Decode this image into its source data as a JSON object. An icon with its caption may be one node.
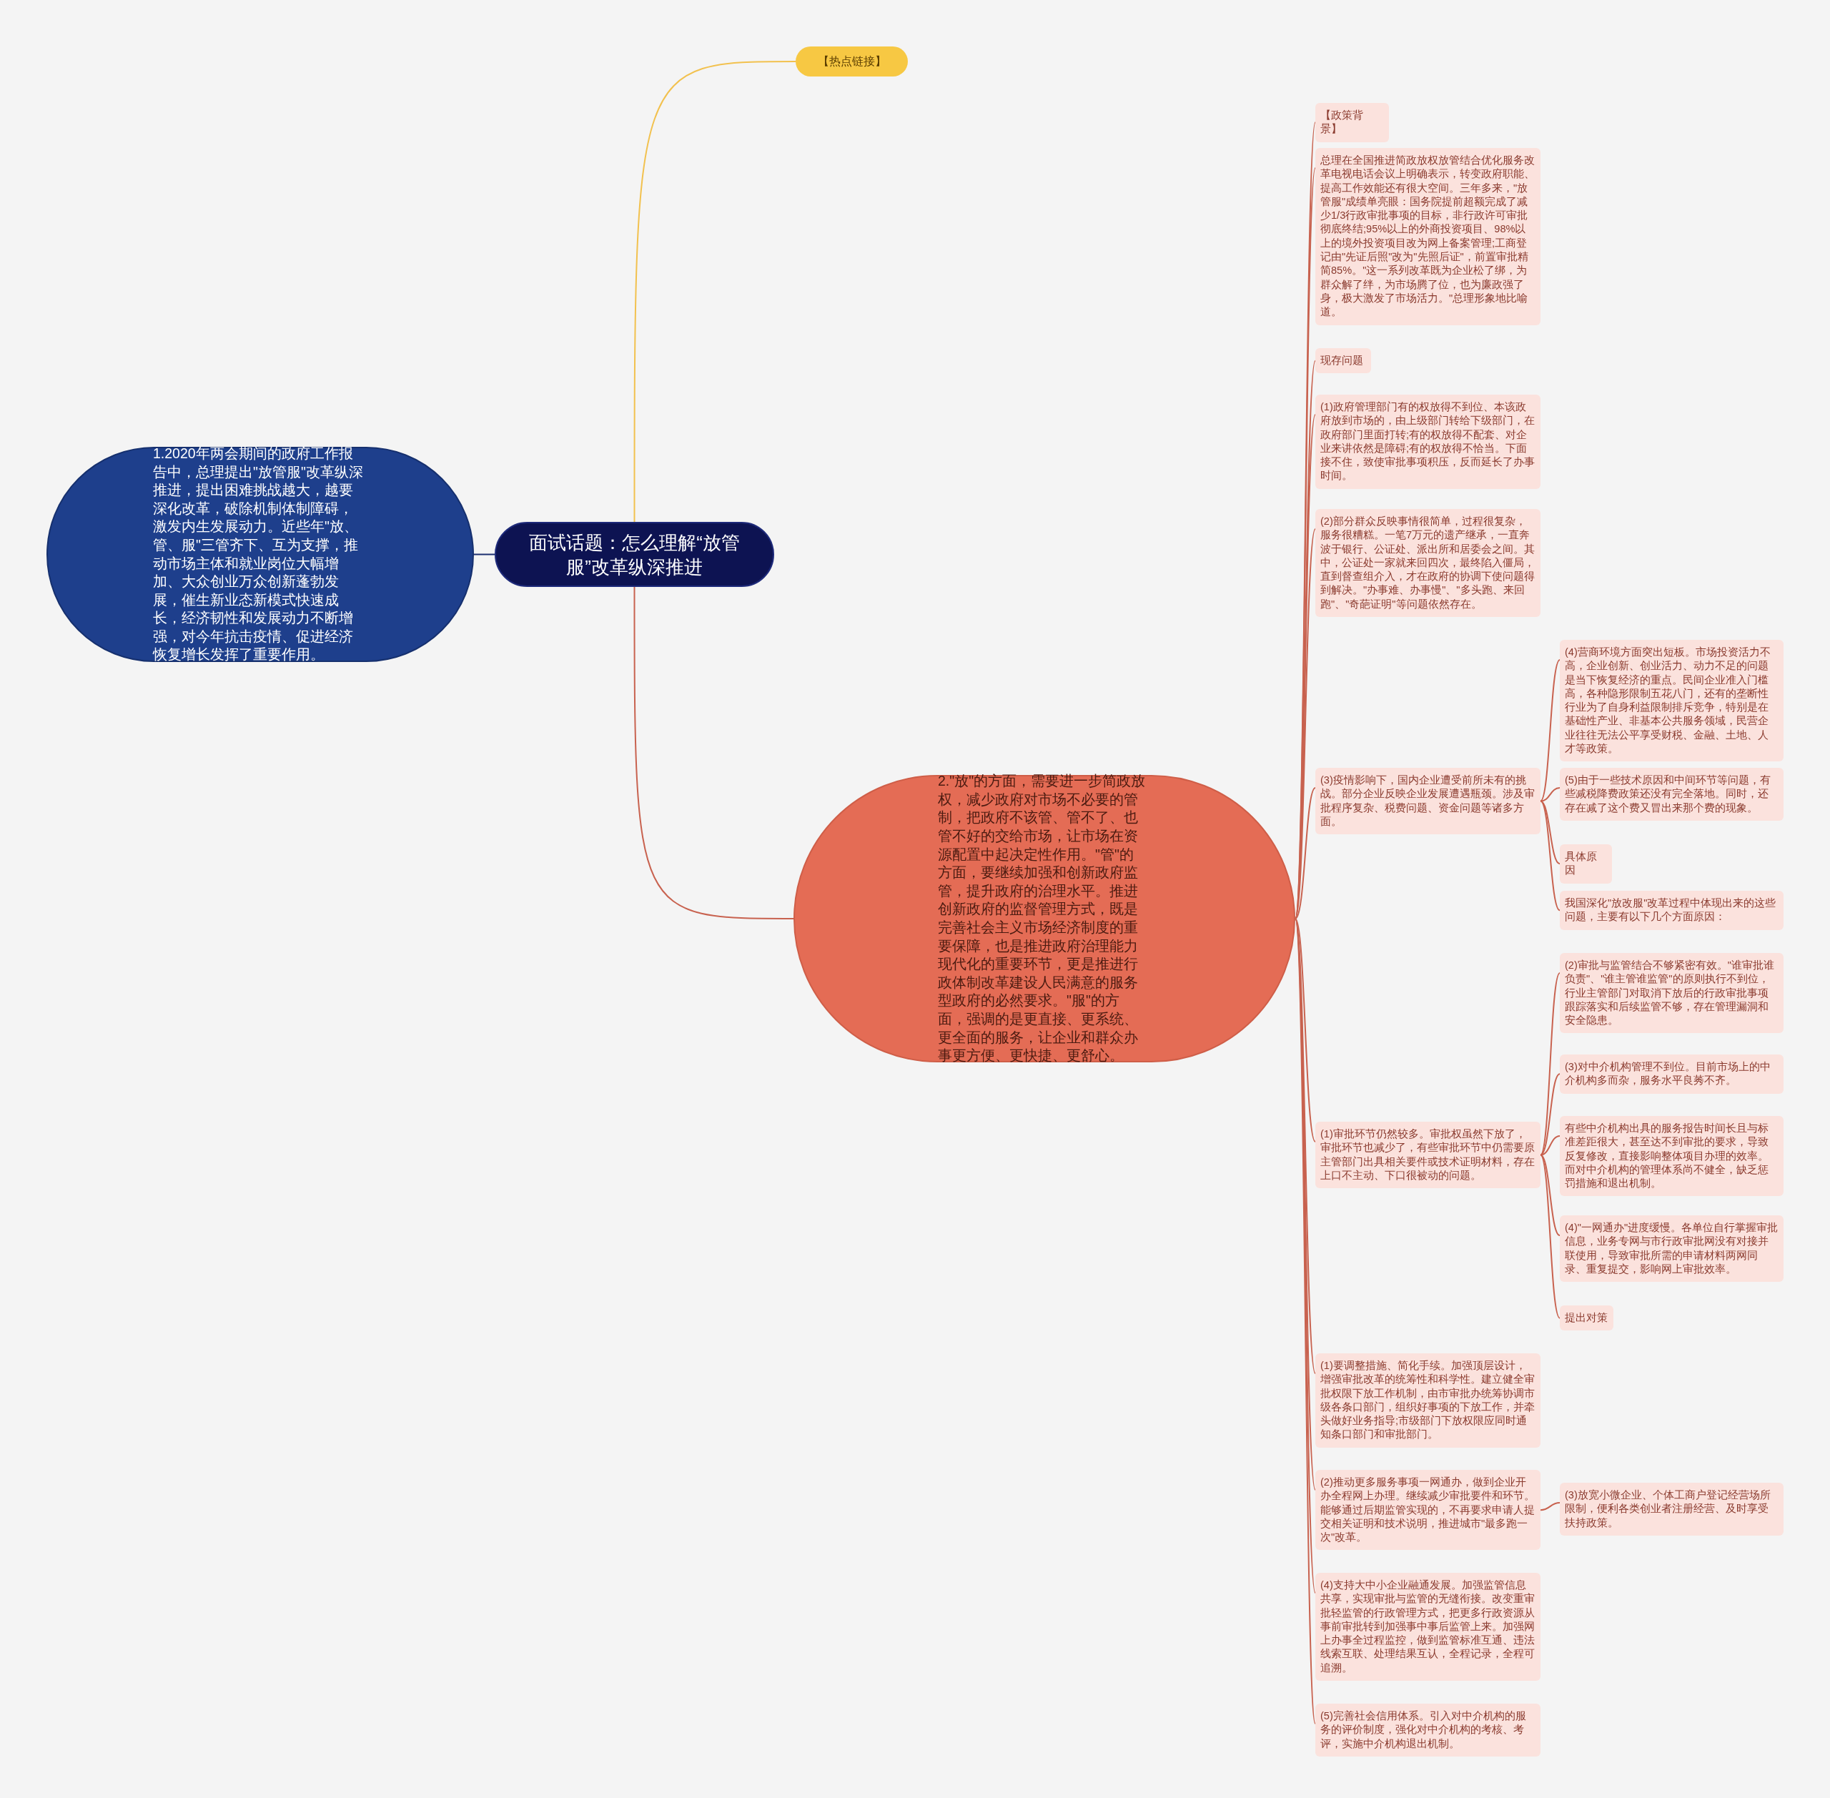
{
  "diagram": {
    "nodes": [
      {
        "text": [
          "面试话题：怎么理解“放管服”改革纵深推进"
        ]
      },
      {
        "text": [
          "【热点链接】"
        ]
      },
      {
        "text": [
          "1.2020年两会期间的政府工作报告中，总理提出\"放管服\"改革纵深推进，提出困难挑战越大，越要深化改革，破除机制体制障碍，激发内生发展动力。近些年\"放、管、服\"三管齐下、互为支撑，推动市场主体和就业岗位大幅增加、大众创业万众创新蓬勃发展，催生新业态新模式快速成长，经济韧性和发展动力不断增强，对今年抗击疫情、促进经济恢复增长发挥了重要作用。"
        ]
      },
      {
        "text": [
          "2.\"放\"的方面，需要进一步简政放权，减少政府对市场不必要的管制，把政府不该管、管不了、也管不好的交给市场，让市场在资源配置中起决定性作用。\"管\"的方面，要继续加强和创新政府监管，提升政府的治理水平。推进创新政府的监督管理方式，既是完善社会主义市场经济制度的重要保障，也是推进政府治理能力现代化的重要环节，更是推进行政体制改革建设人民满意的服务型政府的必然要求。\"服\"的方面，强调的是更直接、更系统、更全面的服务，让企业和群众办事更方便、更快捷、更舒心。"
        ]
      },
      {
        "text": [
          "【政策背景】"
        ]
      },
      {
        "text": [
          "总理在全国推进简政放权放管结合优化服务改革电视电话会议上明确表示，转变政府职能、提高工作效能还有很大空间。三年多来，\"放管服\"成绩单亮眼：国务院提前超额完成了减少1/3行政审批事项的目标，非行政许可审批彻底终结;95%以上的外商投资项目、98%以上的境外投资项目改为网上备案管理;工商登记由\"先证后照\"改为\"先照后证\"，前置审批精简85%。\"这一系列改革既为企业松了绑，为群众解了绊，为市场腾了位，也为廉政强了身，极大激发了市场活力。\"总理形象地比喻道。"
        ]
      },
      {
        "text": [
          "现存问题"
        ]
      },
      {
        "text": [
          "(1)政府管理部门有的权放得不到位、本该政府放到市场的，由上级部门转给下级部门，在政府部门里面打转;有的权放得不配套、对企业来讲依然是障碍;有的权放得不恰当。下面接不住，致使审批事项积压，反而延长了办事时间。"
        ]
      },
      {
        "text": [
          "(2)部分群众反映事情很简单，过程很复杂，服务很糟糕。一笔7万元的遗产继承，一直奔波于银行、公证处、派出所和居委会之间。其中，公证处一家就来回四次，最终陷入僵局，直到督查组介入，才在政府的协调下使问题得到解决。\"办事难、办事慢\"、\"多头跑、来回跑\"、\"奇葩证明\"等问题依然存在。"
        ]
      },
      {
        "text": [
          "(3)疫情影响下，国内企业遭受前所未有的挑战。部分企业反映企业发展遭遇瓶颈。涉及审批程序复杂、税费问题、资金问题等诸多方面。"
        ]
      },
      {
        "text": [
          "(1)审批环节仍然较多。审批权虽然下放了，审批环节也减少了，有些审批环节中仍需要原主管部门出具相关要件或技术证明材料，存在上口不主动、下口很被动的问题。"
        ]
      },
      {
        "text": [
          "(1)要调整措施、简化手续。加强顶层设计，增强审批改革的统筹性和科学性。建立健全审批权限下放工作机制，由市审批办统筹协调市级各条口部门，组织好事项的下放工作，并牵头做好业务指导;市级部门下放权限应同时通知条口部门和审批部门。"
        ]
      },
      {
        "text": [
          "(2)推动更多服务事项一网通办，做到企业开办全程网上办理。继续减少审批要件和环节。能够通过后期监管实现的，不再要求申请人提交相关证明和技术说明，推进城市\"最多跑一次\"改革。"
        ]
      },
      {
        "text": [
          "(4)支持大中小企业融通发展。加强监管信息共享，实现审批与监管的无缝衔接。改变重审批轻监管的行政管理方式，把更多行政资源从事前审批转到加强事中事后监管上来。加强网上办事全过程监控，做到监管标准互通、违法线索互联、处理结果互认，全程记录，全程可追溯。"
        ]
      },
      {
        "text": [
          "(5)完善社会信用体系。引入对中介机构的服务的评价制度，强化对中介机构的考核、考评，实施中介机构退出机制。"
        ]
      },
      {
        "text": [
          "(4)营商环境方面突出短板。市场投资活力不高，企业创新、创业活力、动力不足的问题是当下恢复经济的重点。民间企业准入门槛高，各种隐形限制五花八门，还有的垄断性行业为了自身利益限制排斥竞争，特别是在基础性产业、非基本公共服务领域，民营企业往往无法公平享受财税、金融、土地、人才等政策。"
        ]
      },
      {
        "text": [
          "(5)由于一些技术原因和中间环节等问题，有些减税降费政策还没有完全落地。同时，还存在减了这个费又冒出来那个费的现象。"
        ]
      },
      {
        "text": [
          "具体原因"
        ]
      },
      {
        "text": [
          "我国深化\"放改服\"改革过程中体现出来的这些问题，主要有以下几个方面原因："
        ]
      },
      {
        "text": [
          "(2)审批与监管结合不够紧密有效。\"谁审批谁负责\"、\"谁主管谁监管\"的原则执行不到位，行业主管部门对取消下放后的行政审批事项跟踪落实和后续监管不够，存在管理漏洞和安全隐患。"
        ]
      },
      {
        "text": [
          "(3)对中介机构管理不到位。目前市场上的中介机构多而杂，服务水平良莠不齐。"
        ]
      },
      {
        "text": [
          "有些中介机构出具的服务报告时间长且与标准差距很大，甚至达不到审批的要求，导致反复修改，直接影响整体项目办理的效率。而对中介机构的管理体系尚不健全，缺乏惩罚措施和退出机制。"
        ]
      },
      {
        "text": [
          "(4)\"一网通办\"进度缓慢。各单位自行掌握审批信息，业务专网与市行政审批网没有对接并联使用，导致审批所需的申请材料两网同录、重复提交，影响网上审批效率。"
        ]
      },
      {
        "text": [
          "提出对策"
        ]
      },
      {
        "text": [
          "(3)放宽小微企业、个体工商户登记经营场所限制，便利各类创业者注册经营、及时享受扶持政策。"
        ]
      }
    ],
    "edges": [
      {
        "from": 0,
        "to": 1,
        "arrow": "none",
        "color": "#f2c14e"
      },
      {
        "from": 0,
        "to": 2,
        "arrow": "none",
        "color": "#1c2f70"
      },
      {
        "from": 0,
        "to": 3,
        "arrow": "none"
      },
      {
        "from": 3,
        "to": 4,
        "arrow": "none"
      },
      {
        "from": 3,
        "to": 5,
        "arrow": "none"
      },
      {
        "from": 3,
        "to": 6,
        "arrow": "none"
      },
      {
        "from": 3,
        "to": 7,
        "arrow": "none"
      },
      {
        "from": 3,
        "to": 8,
        "arrow": "none"
      },
      {
        "from": 3,
        "to": 9,
        "arrow": "none"
      },
      {
        "from": 3,
        "to": 10,
        "arrow": "none"
      },
      {
        "from": 3,
        "to": 11,
        "arrow": "none"
      },
      {
        "from": 3,
        "to": 12,
        "arrow": "none"
      },
      {
        "from": 3,
        "to": 13,
        "arrow": "none"
      },
      {
        "from": 3,
        "to": 14,
        "arrow": "none"
      },
      {
        "from": 9,
        "to": 15,
        "arrow": "none"
      },
      {
        "from": 9,
        "to": 16,
        "arrow": "none"
      },
      {
        "from": 9,
        "to": 17,
        "arrow": "none"
      },
      {
        "from": 9,
        "to": 18,
        "arrow": "none"
      },
      {
        "from": 10,
        "to": 19,
        "arrow": "none"
      },
      {
        "from": 10,
        "to": 20,
        "arrow": "none"
      },
      {
        "from": 10,
        "to": 21,
        "arrow": "none"
      },
      {
        "from": 10,
        "to": 22,
        "arrow": "none"
      },
      {
        "from": 10,
        "to": 23,
        "arrow": "none"
      },
      {
        "from": 12,
        "to": 24,
        "arrow": "none"
      }
    ]
  }
}
